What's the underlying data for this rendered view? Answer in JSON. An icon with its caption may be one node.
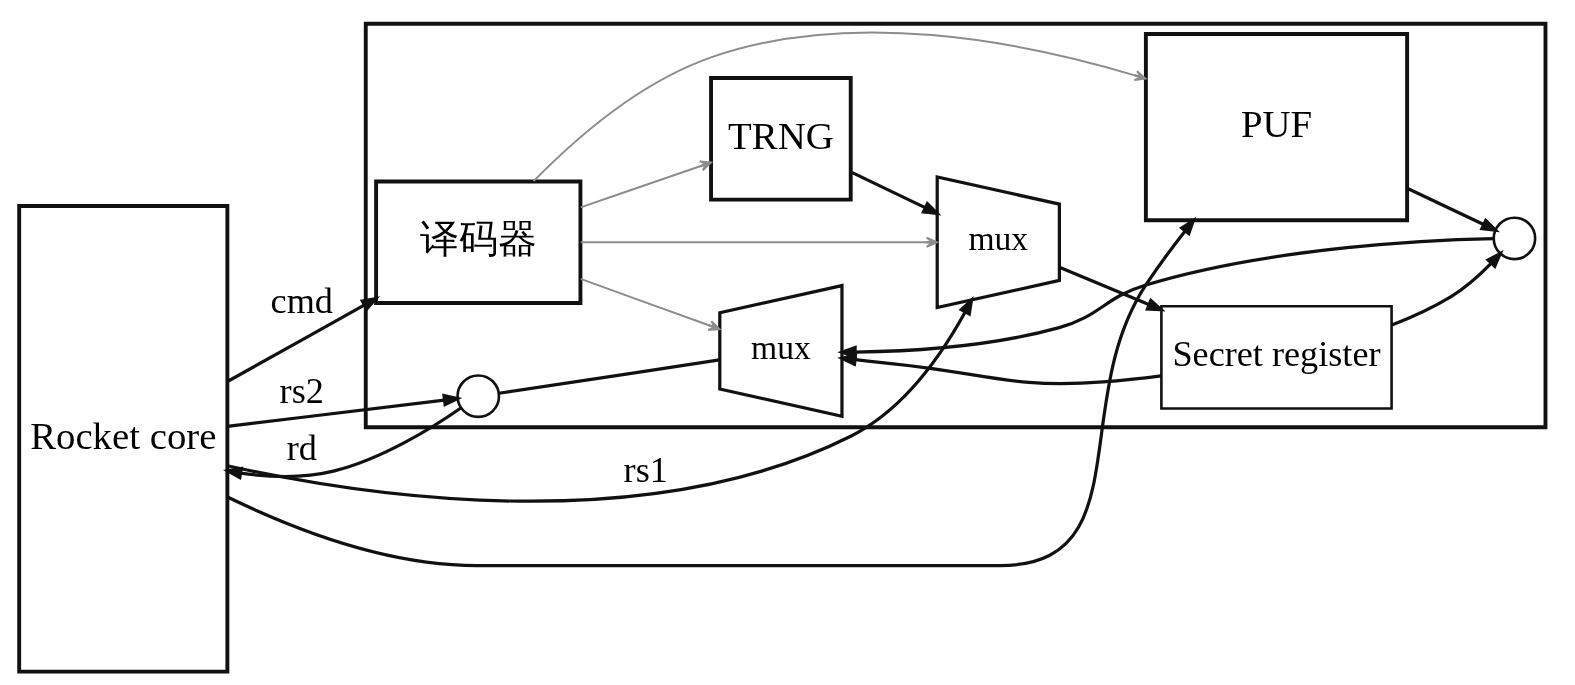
{
  "diagram": {
    "nodes": [
      {
        "text": [
          "Rocket core"
        ]
      },
      {
        "text": [],
        "shape": "box"
      },
      {
        "text": [
          "译码器"
        ],
        "in": 1
      },
      {
        "text": [
          "TRNG"
        ],
        "in": 1
      },
      {
        "text": [
          "mux"
        ],
        "in": 1
      },
      {
        "text": [
          "Secret register"
        ],
        "in": 1
      },
      {
        "text": [],
        "shape": "circle",
        "in": 1
      },
      {
        "text": [],
        "shape": "circle",
        "in": 1
      },
      {
        "text": [
          "mux"
        ],
        "in": 1
      },
      {
        "text": [
          "PUF"
        ],
        "in": 1
      }
    ],
    "edges": [
      {
        "from": 0,
        "to": 2,
        "arrow": "to",
        "label": "cmd"
      },
      {
        "from": 0,
        "to": 4,
        "arrow": "to",
        "label": "rs1"
      },
      {
        "from": 0,
        "to": 9,
        "arrow": "to"
      },
      {
        "from": 0,
        "to": 7,
        "arrow": "to",
        "label": "rs2"
      },
      {
        "from": 7,
        "to": 0,
        "arrow": "to",
        "label": "rd"
      },
      {
        "from": 2,
        "to": 3,
        "arrow": "to",
        "color": "#8c8c8c"
      },
      {
        "from": 2,
        "to": 4,
        "arrow": "to",
        "color": "#8c8c8c"
      },
      {
        "from": 2,
        "to": 9,
        "arrow": "to",
        "color": "#8c8c8c"
      },
      {
        "from": 2,
        "to": 8,
        "arrow": "to",
        "color": "#8c8c8c"
      },
      {
        "from": 3,
        "to": 4,
        "arrow": "to"
      },
      {
        "from": 4,
        "to": 5,
        "arrow": "to"
      },
      {
        "from": 5,
        "to": 6,
        "arrow": "to"
      },
      {
        "from": 9,
        "to": 6,
        "arrow": "to"
      },
      {
        "from": 5,
        "to": 8,
        "arrow": "to"
      },
      {
        "from": 6,
        "to": 8,
        "arrow": "to"
      },
      {
        "from": 8,
        "to": 7,
        "arrow": "none"
      }
    ]
  }
}
